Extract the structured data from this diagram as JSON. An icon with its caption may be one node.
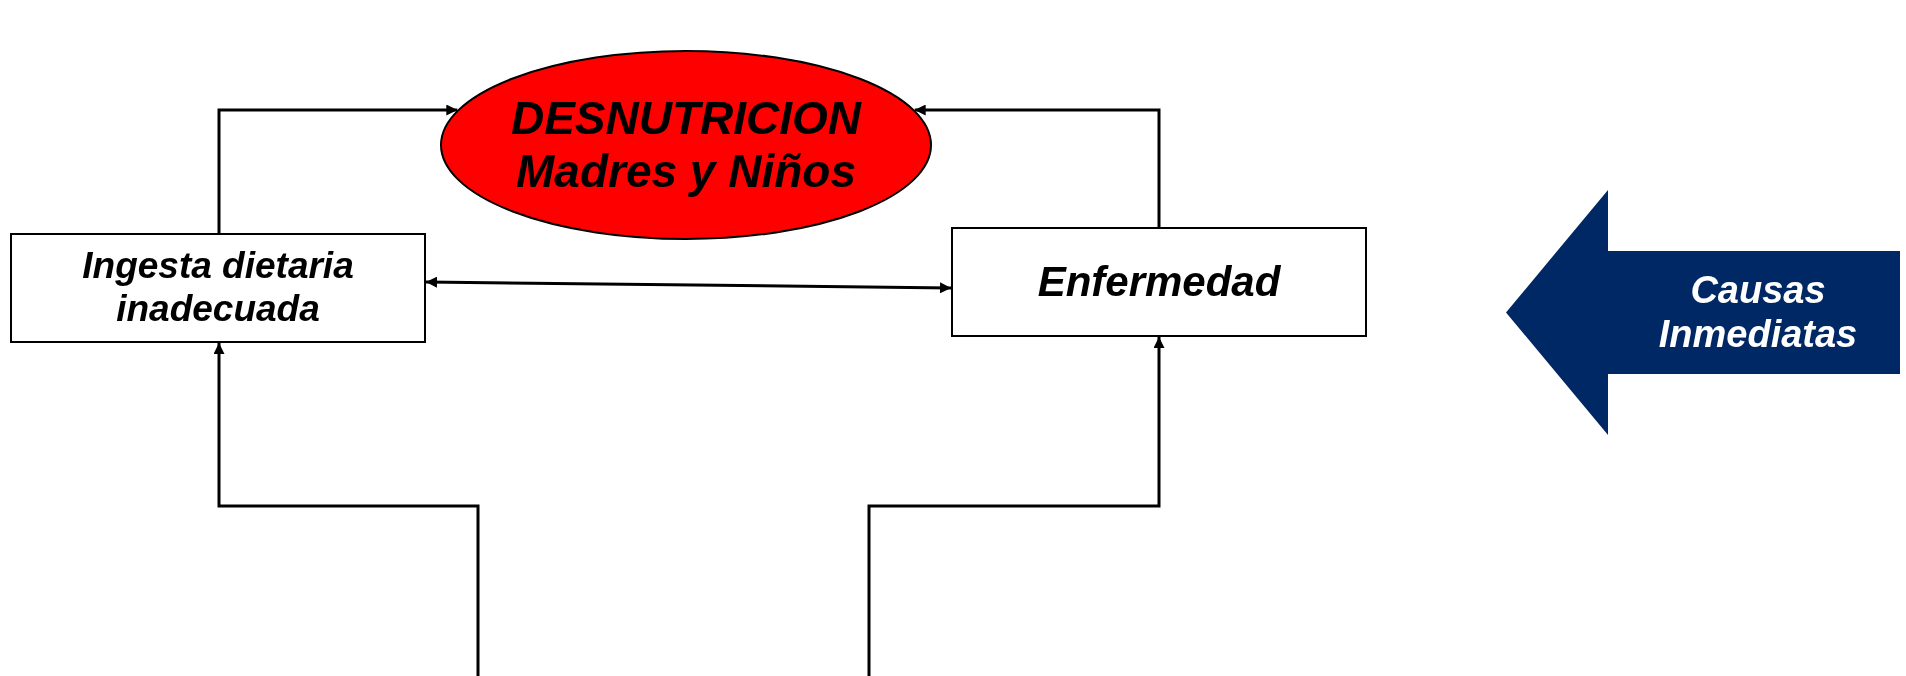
{
  "diagram": {
    "nodes": [
      {
        "text": [
          "DESNUTRICION Madres y Niños"
        ]
      },
      {
        "text": [
          "Ingesta dietaria inadecuada"
        ]
      },
      {
        "text": [
          "Enfermedad"
        ]
      },
      {
        "text": [
          "Causas Inmediatas"
        ]
      }
    ],
    "edges": [
      {
        "from": 1,
        "to": 0,
        "arrow": "to"
      },
      {
        "from": 2,
        "to": 0,
        "arrow": "to"
      },
      {
        "from": 1,
        "to": 2,
        "arrow": "both"
      },
      {
        "from": null,
        "to": 1,
        "arrow": "to"
      },
      {
        "from": null,
        "to": 2,
        "arrow": "to"
      }
    ]
  }
}
